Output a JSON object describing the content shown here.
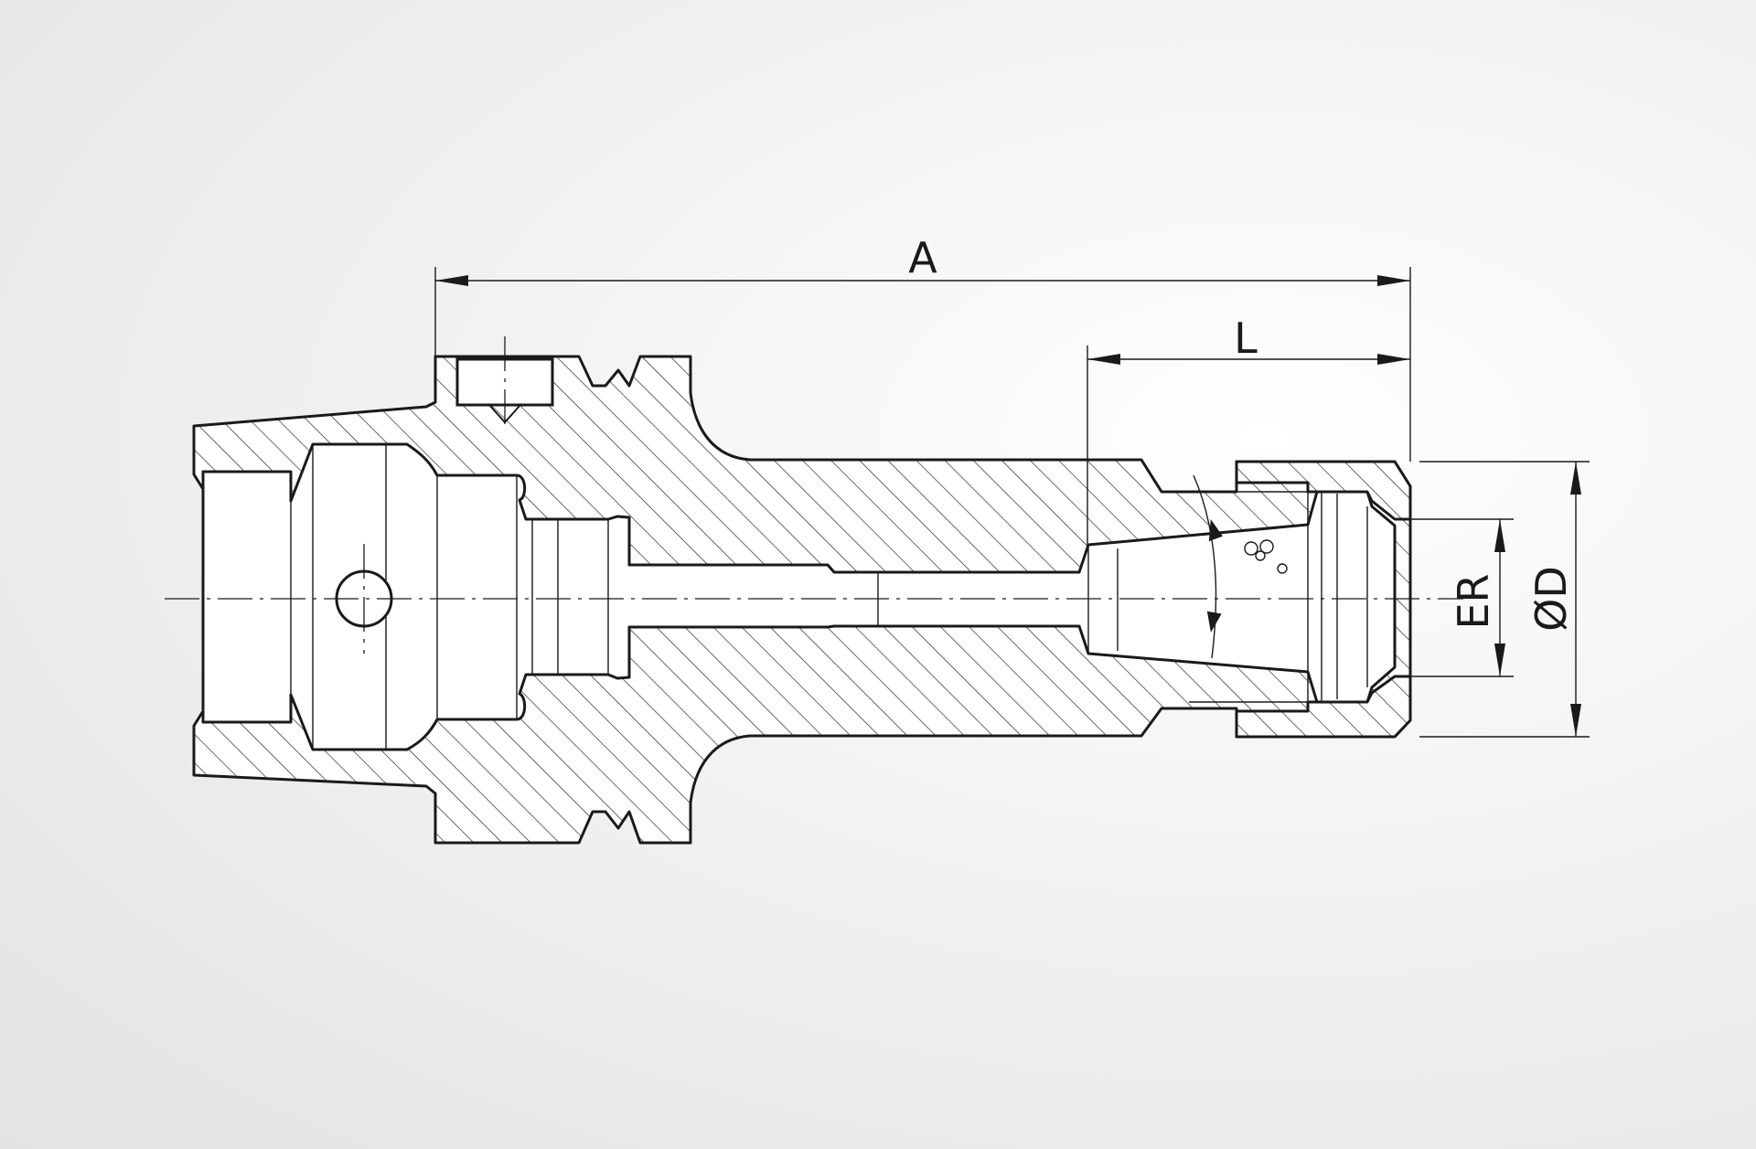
{
  "labels": {
    "overall_length": "A",
    "projection_length": "L",
    "collet_type": "ER",
    "outer_diameter": "ØD"
  }
}
